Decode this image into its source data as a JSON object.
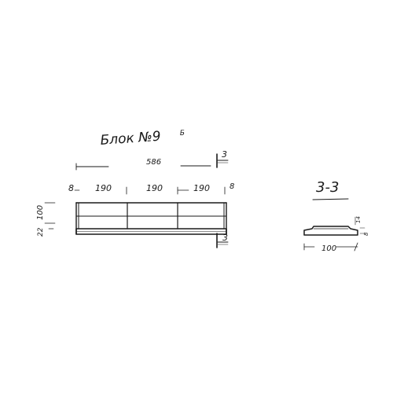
{
  "drawing": {
    "title": "Блок №9",
    "title_superscript": "Б",
    "dimensions": {
      "overall_length": "586",
      "end_left": "8",
      "bay_1": "190",
      "bay_2": "190",
      "bay_3": "190",
      "end_right": "8",
      "height": "100",
      "base_height": "22"
    },
    "section_markers": {
      "top": "3",
      "bottom": "3"
    },
    "section": {
      "title": "3-3",
      "width": "100",
      "flange_top": "14",
      "flange_side": "8"
    }
  }
}
